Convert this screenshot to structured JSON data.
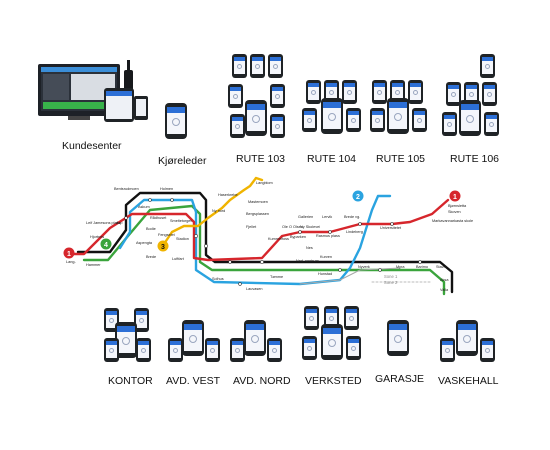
{
  "groups": {
    "kundesenter": "Kundesenter",
    "kjoreleder": "Kjøreleder",
    "rute103": "RUTE 103",
    "rute104": "RUTE 104",
    "rute105": "RUTE 105",
    "rute106": "RUTE 106",
    "kontor": "KONTOR",
    "avd_vest": "AVD. VEST",
    "avd_nord": "AVD. NORD",
    "verksted": "VERKSTED",
    "garasje": "GARASJE",
    "vaskehall": "VASKEHALL"
  },
  "map": {
    "lines": {
      "l1": "1",
      "l2": "2",
      "l3": "3",
      "l4": "4",
      "l1b": "1"
    },
    "stations": {
      "bentsrud": "Bentsrudmoen",
      "holmen": "Holmen",
      "lt_jameson": "Leif Jamesons plass",
      "hjortnes": "Hjortnes",
      "langs": "Lang-",
      "hammer": "Hammer",
      "aspen": "Asp",
      "askum": "Askum",
      "radhuset": "Rådhuset",
      "bodie": "Bodie",
      "fengselet": "Fengselet",
      "aspeng": "Aspengta",
      "smeltetorget": "Smeltetorget",
      "brede": "Brede",
      "luftfart": "Luftfart",
      "stadion": "Stadion",
      "ny_nord": "Ny nord",
      "langblom": "Langblom",
      "haserkrebe": "Haserkrebe",
      "mastemoen": "Mastemoen",
      "bergsplassen": "Bergsplassen",
      "fjellet": "Fjellet",
      "gallerien": "Gallerien",
      "lervik": "Lervik",
      "brede_vg": "Brede vg.",
      "ny_skolevei": "Ny Skolevei",
      "kummelfoss": "Kummelfoss",
      "byparken": "Byparken",
      "bjornsletta": "Bjørnsletta",
      "skoven": "Skoven",
      "rasmus": "Rasmus plass",
      "lindeberg": "Lindeberg",
      "uliversited": "Universitetet",
      "marka": "Markavannarkasta skole",
      "nes": "Nes",
      "kurven": "Kurven",
      "nyverk": "Nyverk",
      "myra": "Myra",
      "barimo": "Barimo",
      "stavre": "Stavre",
      "aksa": "Aksa",
      "valla": "Valla",
      "lauvasen": "Lauvasen",
      "tomme": "Tømme",
      "hunstad": "Hunstad",
      "sone1": "Sone 1",
      "sone2": "Sone 2",
      "solhus": "Solhus",
      "ned_sentrum": "Ned. sentrum",
      "ole_olsen": "Ole O Olsen"
    }
  }
}
